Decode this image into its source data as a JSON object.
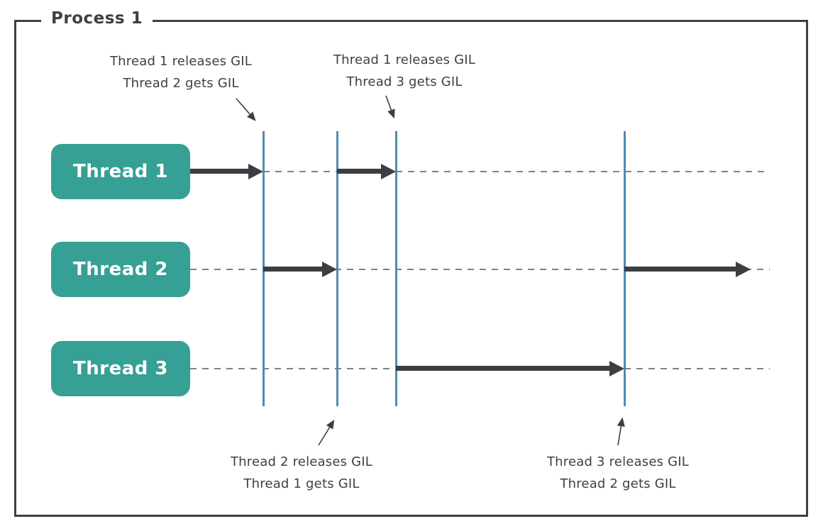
{
  "process": {
    "title": "Process 1"
  },
  "threads": [
    {
      "label": "Thread 1"
    },
    {
      "label": "Thread 2"
    },
    {
      "label": "Thread 3"
    }
  ],
  "annotations": {
    "top_left": {
      "line1": "Thread 1 releases GIL",
      "line2": "Thread 2 gets GIL"
    },
    "top_right": {
      "line1": "Thread 1 releases GIL",
      "line2": "Thread 3 gets GIL"
    },
    "bottom_left": {
      "line1": "Thread 2 releases GIL",
      "line2": "Thread 1 gets GIL"
    },
    "bottom_right": {
      "line1": "Thread 3 releases GIL",
      "line2": "Thread 2 gets GIL"
    }
  },
  "colors": {
    "thread_box": "#36a095",
    "gil_line": "#4f8bb0",
    "arrow": "#3b3e42",
    "border": "#3d4043",
    "dash": "#7f8184",
    "text": "#3d4043",
    "box_text": "#ffffff",
    "bg": "#ffffff"
  }
}
